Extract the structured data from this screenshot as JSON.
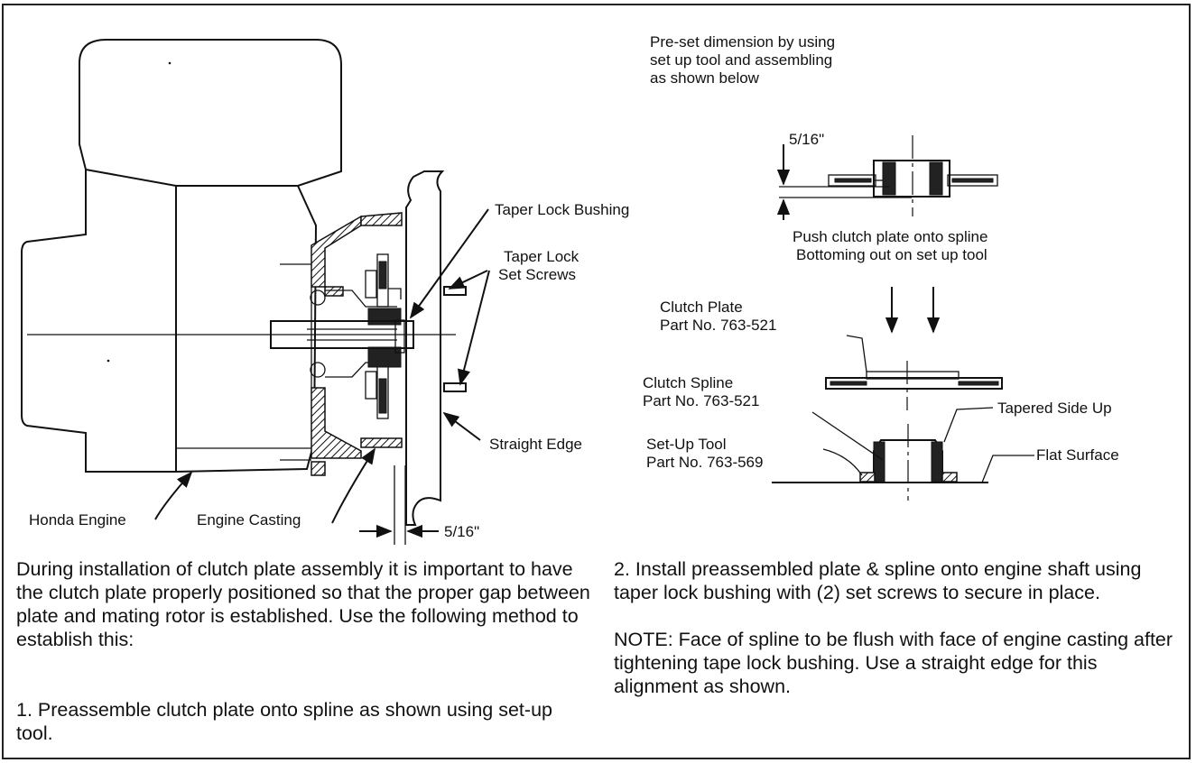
{
  "labels": {
    "preset_line1": "Pre-set dimension by using",
    "preset_line2": "set up tool and assembling",
    "preset_line3": "as shown below",
    "dim_top": "5/16\"",
    "push_line1": "Push clutch plate onto spline",
    "push_line2": "Bottoming out on set up tool",
    "clutch_plate_line1": "Clutch Plate",
    "clutch_plate_line2": "Part No. 763-521",
    "clutch_spline_line1": "Clutch Spline",
    "clutch_spline_line2": "Part No. 763-521",
    "tapered_side": "Tapered Side Up",
    "setup_tool_line1": "Set-Up Tool",
    "setup_tool_line2": "Part No. 763-569",
    "flat_surface": "Flat Surface",
    "taper_lock_bushing": "Taper Lock Bushing",
    "set_screws_line1": "Taper Lock",
    "set_screws_line2": "Set Screws",
    "straight_edge": "Straight Edge",
    "honda_engine": "Honda Engine",
    "engine_casting": "Engine Casting",
    "dim_bottom": "5/16\""
  },
  "text": {
    "para_left": "During installation of clutch plate assembly it is important to have the clutch plate properly positioned so that the proper gap between plate and mating rotor is established. Use the following method to establish this:",
    "step1": "1. Preassemble clutch plate onto spline as shown using set-up tool.",
    "step2": "2. Install preassembled plate & spline onto engine shaft using taper lock bushing with (2) set screws to secure in place.",
    "note": "NOTE: Face of spline to be flush with face of engine casting after tightening tape lock bushing. Use a straight edge for this alignment as shown."
  }
}
